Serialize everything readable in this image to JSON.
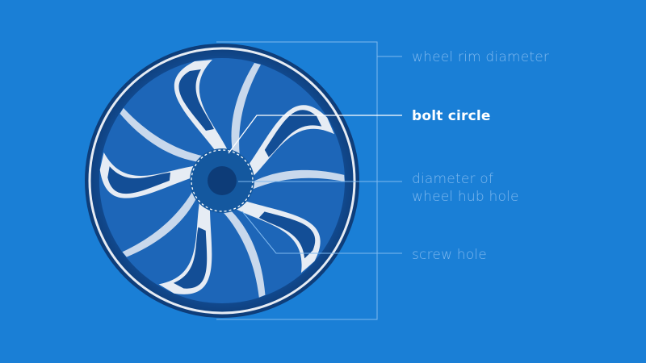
{
  "diagram": {
    "colors": {
      "background": "#1a7fd6",
      "wheel_dark": "#0f4a8a",
      "wheel_silver": "#e6ecf4",
      "callout_dim": "#7fb8ee",
      "callout_active": "#ffffff"
    },
    "labels": {
      "rim": "wheel rim diameter",
      "bolt": "bolt circle",
      "hub_line1": "diameter of",
      "hub_line2": "wheel hub hole",
      "screw": "screw hole"
    },
    "highlighted": "bolt circle",
    "icons": [
      "wheel-rim-illustration"
    ]
  }
}
